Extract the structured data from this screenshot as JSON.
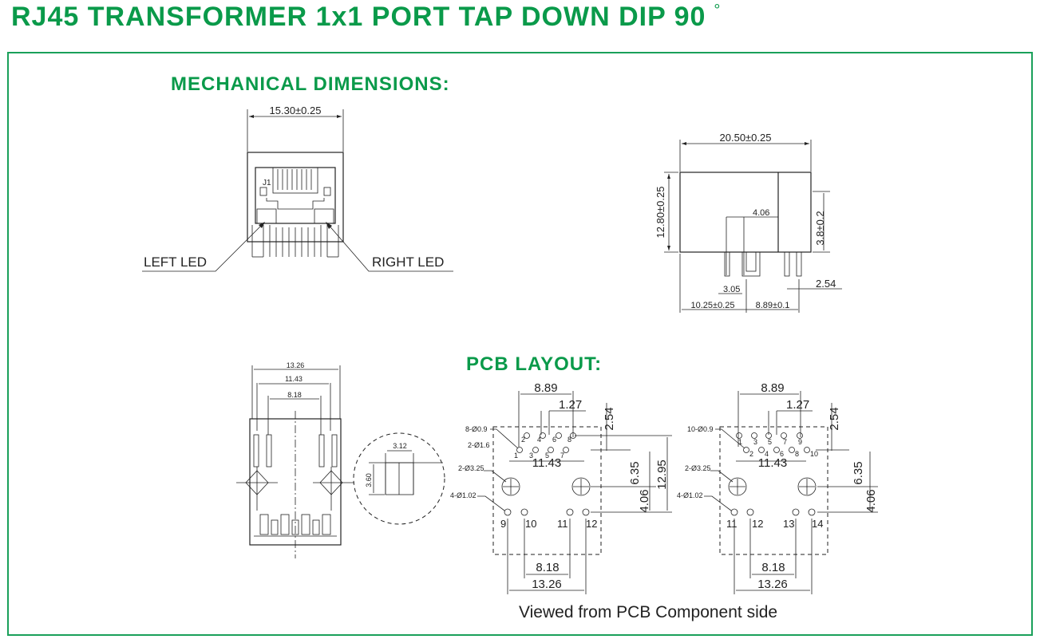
{
  "title": "RJ45 TRANSFORMER 1x1 PORT TAP DOWN DIP 90",
  "degree_mark": "°",
  "mechanical": {
    "heading": "MECHANICAL DIMENSIONS:",
    "front": {
      "width_dim": "15.30±0.25",
      "jack_label": "J1",
      "left_led": "LEFT  LED",
      "right_led": "RIGHT  LED"
    },
    "side": {
      "length_dim": "20.50±0.25",
      "height_dim": "12.80±0.25",
      "inner_dim": "4.06",
      "right_height_dim": "3.8±0.2",
      "pin_dim": "3.05",
      "pitch_dim": "2.54",
      "bottom_left_dim": "10.25±0.25",
      "bottom_right_dim": "8.89±0.1"
    },
    "bottom": {
      "dim_total": "13.26",
      "dim_inner": "11.43",
      "dim_center": "8.18"
    },
    "detail": {
      "width_dim": "3.12",
      "height_dim": "3.60"
    }
  },
  "pcb": {
    "heading": "PCB LAYOUT:",
    "caption": "Viewed from PCB Component side",
    "layout_a": {
      "dim_top": "8.89",
      "dim_pitch": "1.27",
      "dim_offset": "2.54",
      "dim_row": "11.43",
      "dim_peg": "6.35",
      "dim_height": "12.95",
      "dim_shield": "4.06",
      "dim_inner": "8.18",
      "dim_total": "13.26",
      "label_small": "8-Ø0.9",
      "label_led": "2-Ø1.6",
      "label_peg": "2-Ø3.25",
      "label_shield": "4-Ø1.02",
      "pins_top": [
        "2",
        "4",
        "6",
        "8"
      ],
      "pins_bottom": [
        "1",
        "3",
        "5",
        "7"
      ],
      "pins_led": [
        "9",
        "10",
        "11",
        "12"
      ]
    },
    "layout_b": {
      "dim_top": "8.89",
      "dim_pitch": "1.27",
      "dim_offset": "2.54",
      "dim_row": "11.43",
      "dim_peg": "6.35",
      "dim_shield": "4.06",
      "dim_inner": "8.18",
      "dim_total": "13.26",
      "label_small": "10-Ø0.9",
      "label_peg": "2-Ø3.25",
      "label_shield": "4-Ø1.02",
      "pins_top": [
        "1",
        "3",
        "5",
        "7",
        "9"
      ],
      "pins_bottom": [
        "2",
        "4",
        "6",
        "8",
        "10"
      ],
      "pins_led": [
        "11",
        "12",
        "13",
        "14"
      ]
    }
  },
  "colors": {
    "accent_green": "#0a9a4a",
    "frame_green": "#1aa05a",
    "line": "#222222"
  }
}
